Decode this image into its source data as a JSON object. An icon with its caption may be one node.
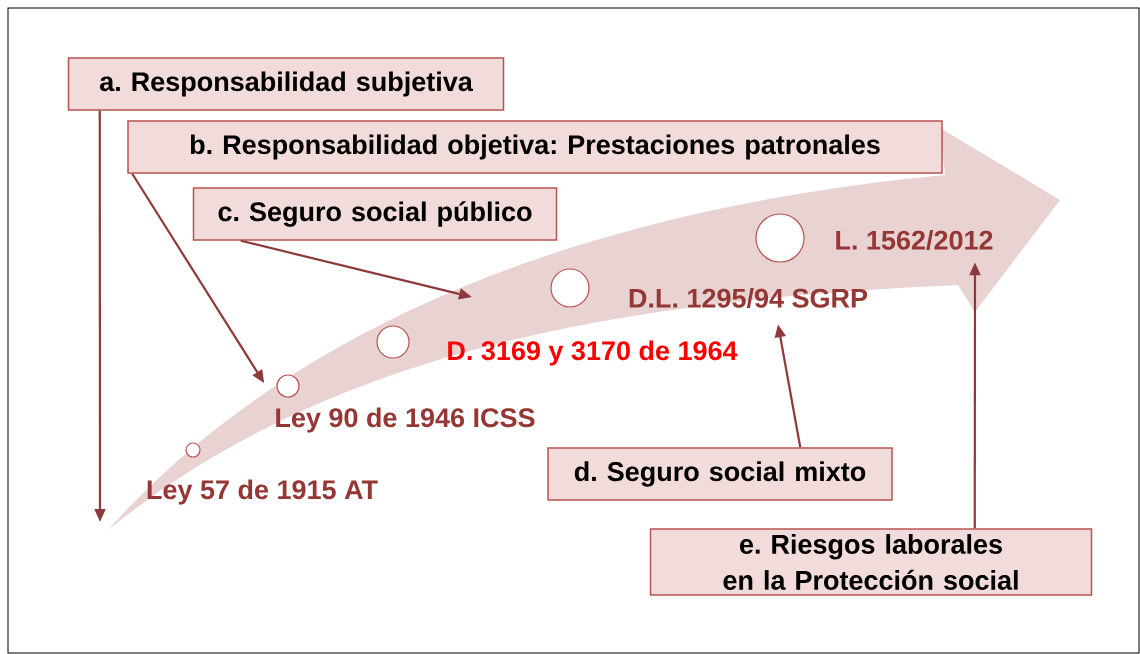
{
  "diagram": {
    "nodes": [
      {
        "text": [
          "a. Responsabilidad subjetiva"
        ]
      },
      {
        "text": [
          "b. Responsabilidad objetiva: Prestaciones patronales"
        ]
      },
      {
        "text": [
          "c. Seguro social público"
        ]
      },
      {
        "text": [
          "d. Seguro social mixto"
        ]
      },
      {
        "text": [
          "e. Riesgos laborales en la Protección social"
        ]
      },
      {
        "text": [
          "Ley 57 de 1915 AT"
        ]
      },
      {
        "text": [
          "Ley 90 de 1946 ICSS"
        ]
      },
      {
        "text": [
          "D. 3169  y 3170  de 1964"
        ]
      },
      {
        "text": [
          "D.L. 1295/94 SGRP"
        ]
      },
      {
        "text": [
          "L. 1562/2012"
        ]
      }
    ],
    "edges": [
      {
        "from": 0,
        "to": null,
        "arrow": "to"
      },
      {
        "from": 1,
        "to": 6,
        "arrow": "to"
      },
      {
        "from": 2,
        "to": null,
        "arrow": "to"
      },
      {
        "from": 3,
        "to": 8,
        "arrow": "to"
      },
      {
        "from": 4,
        "to": 9,
        "arrow": "to"
      }
    ]
  }
}
